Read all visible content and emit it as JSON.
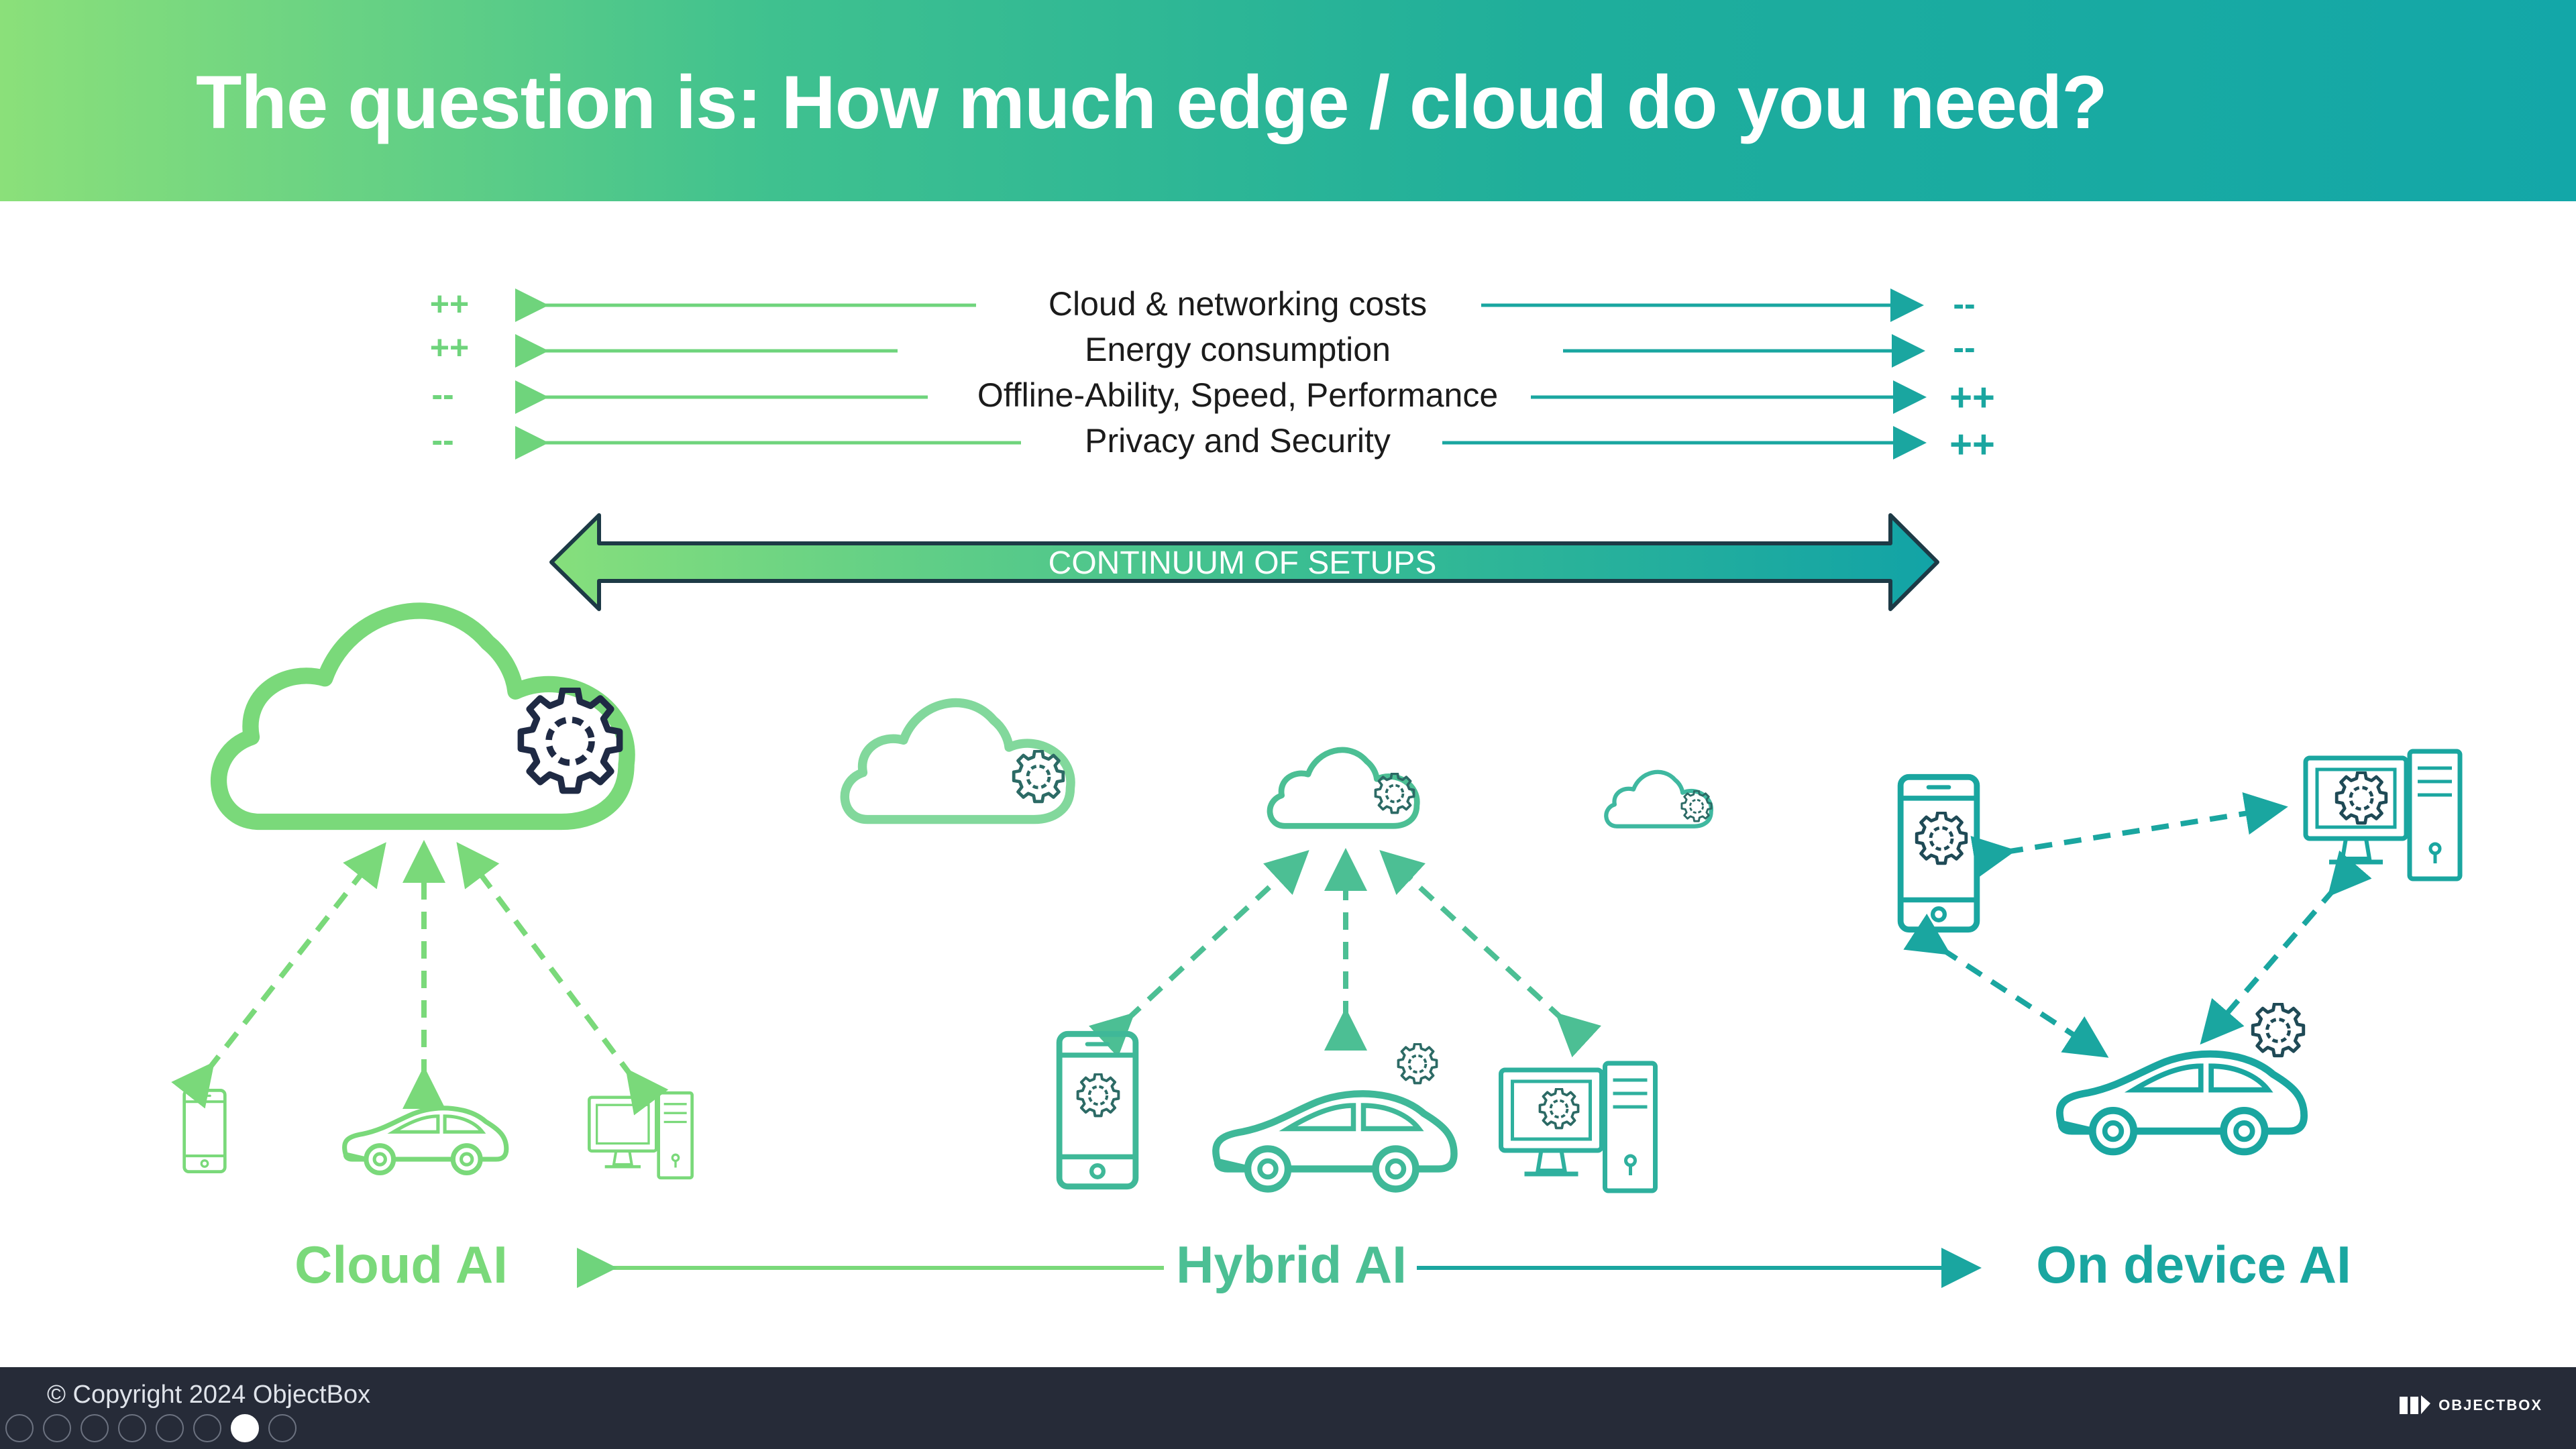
{
  "title": "The question is: How much edge / cloud do you need?",
  "tradeoffs": [
    {
      "left": "++",
      "label": "Cloud & networking costs",
      "right": "--"
    },
    {
      "left": "++",
      "label": "Energy consumption",
      "right": "--"
    },
    {
      "left": "--",
      "label": "Offline-Ability, Speed, Performance",
      "right": "++"
    },
    {
      "left": "--",
      "label": "Privacy and Security",
      "right": "++"
    }
  ],
  "continuum_label": "CONTINUUM OF SETUPS",
  "setups": {
    "cloud": "Cloud AI",
    "hybrid": "Hybrid AI",
    "device": "On device AI"
  },
  "footer": {
    "copyright": "© Copyright 2024 ObjectBox",
    "logo_text": "OBJECTBOX"
  },
  "colors": {
    "green": "#7ad97a",
    "mid": "#3fbf92",
    "teal": "#1aa6a0",
    "dark_navy": "#1f2a44",
    "text": "#1b1b1b"
  },
  "icons": [
    "cloud-icon",
    "gear-icon",
    "phone-icon",
    "car-icon",
    "desktop-computer-icon",
    "objectbox-logo"
  ]
}
